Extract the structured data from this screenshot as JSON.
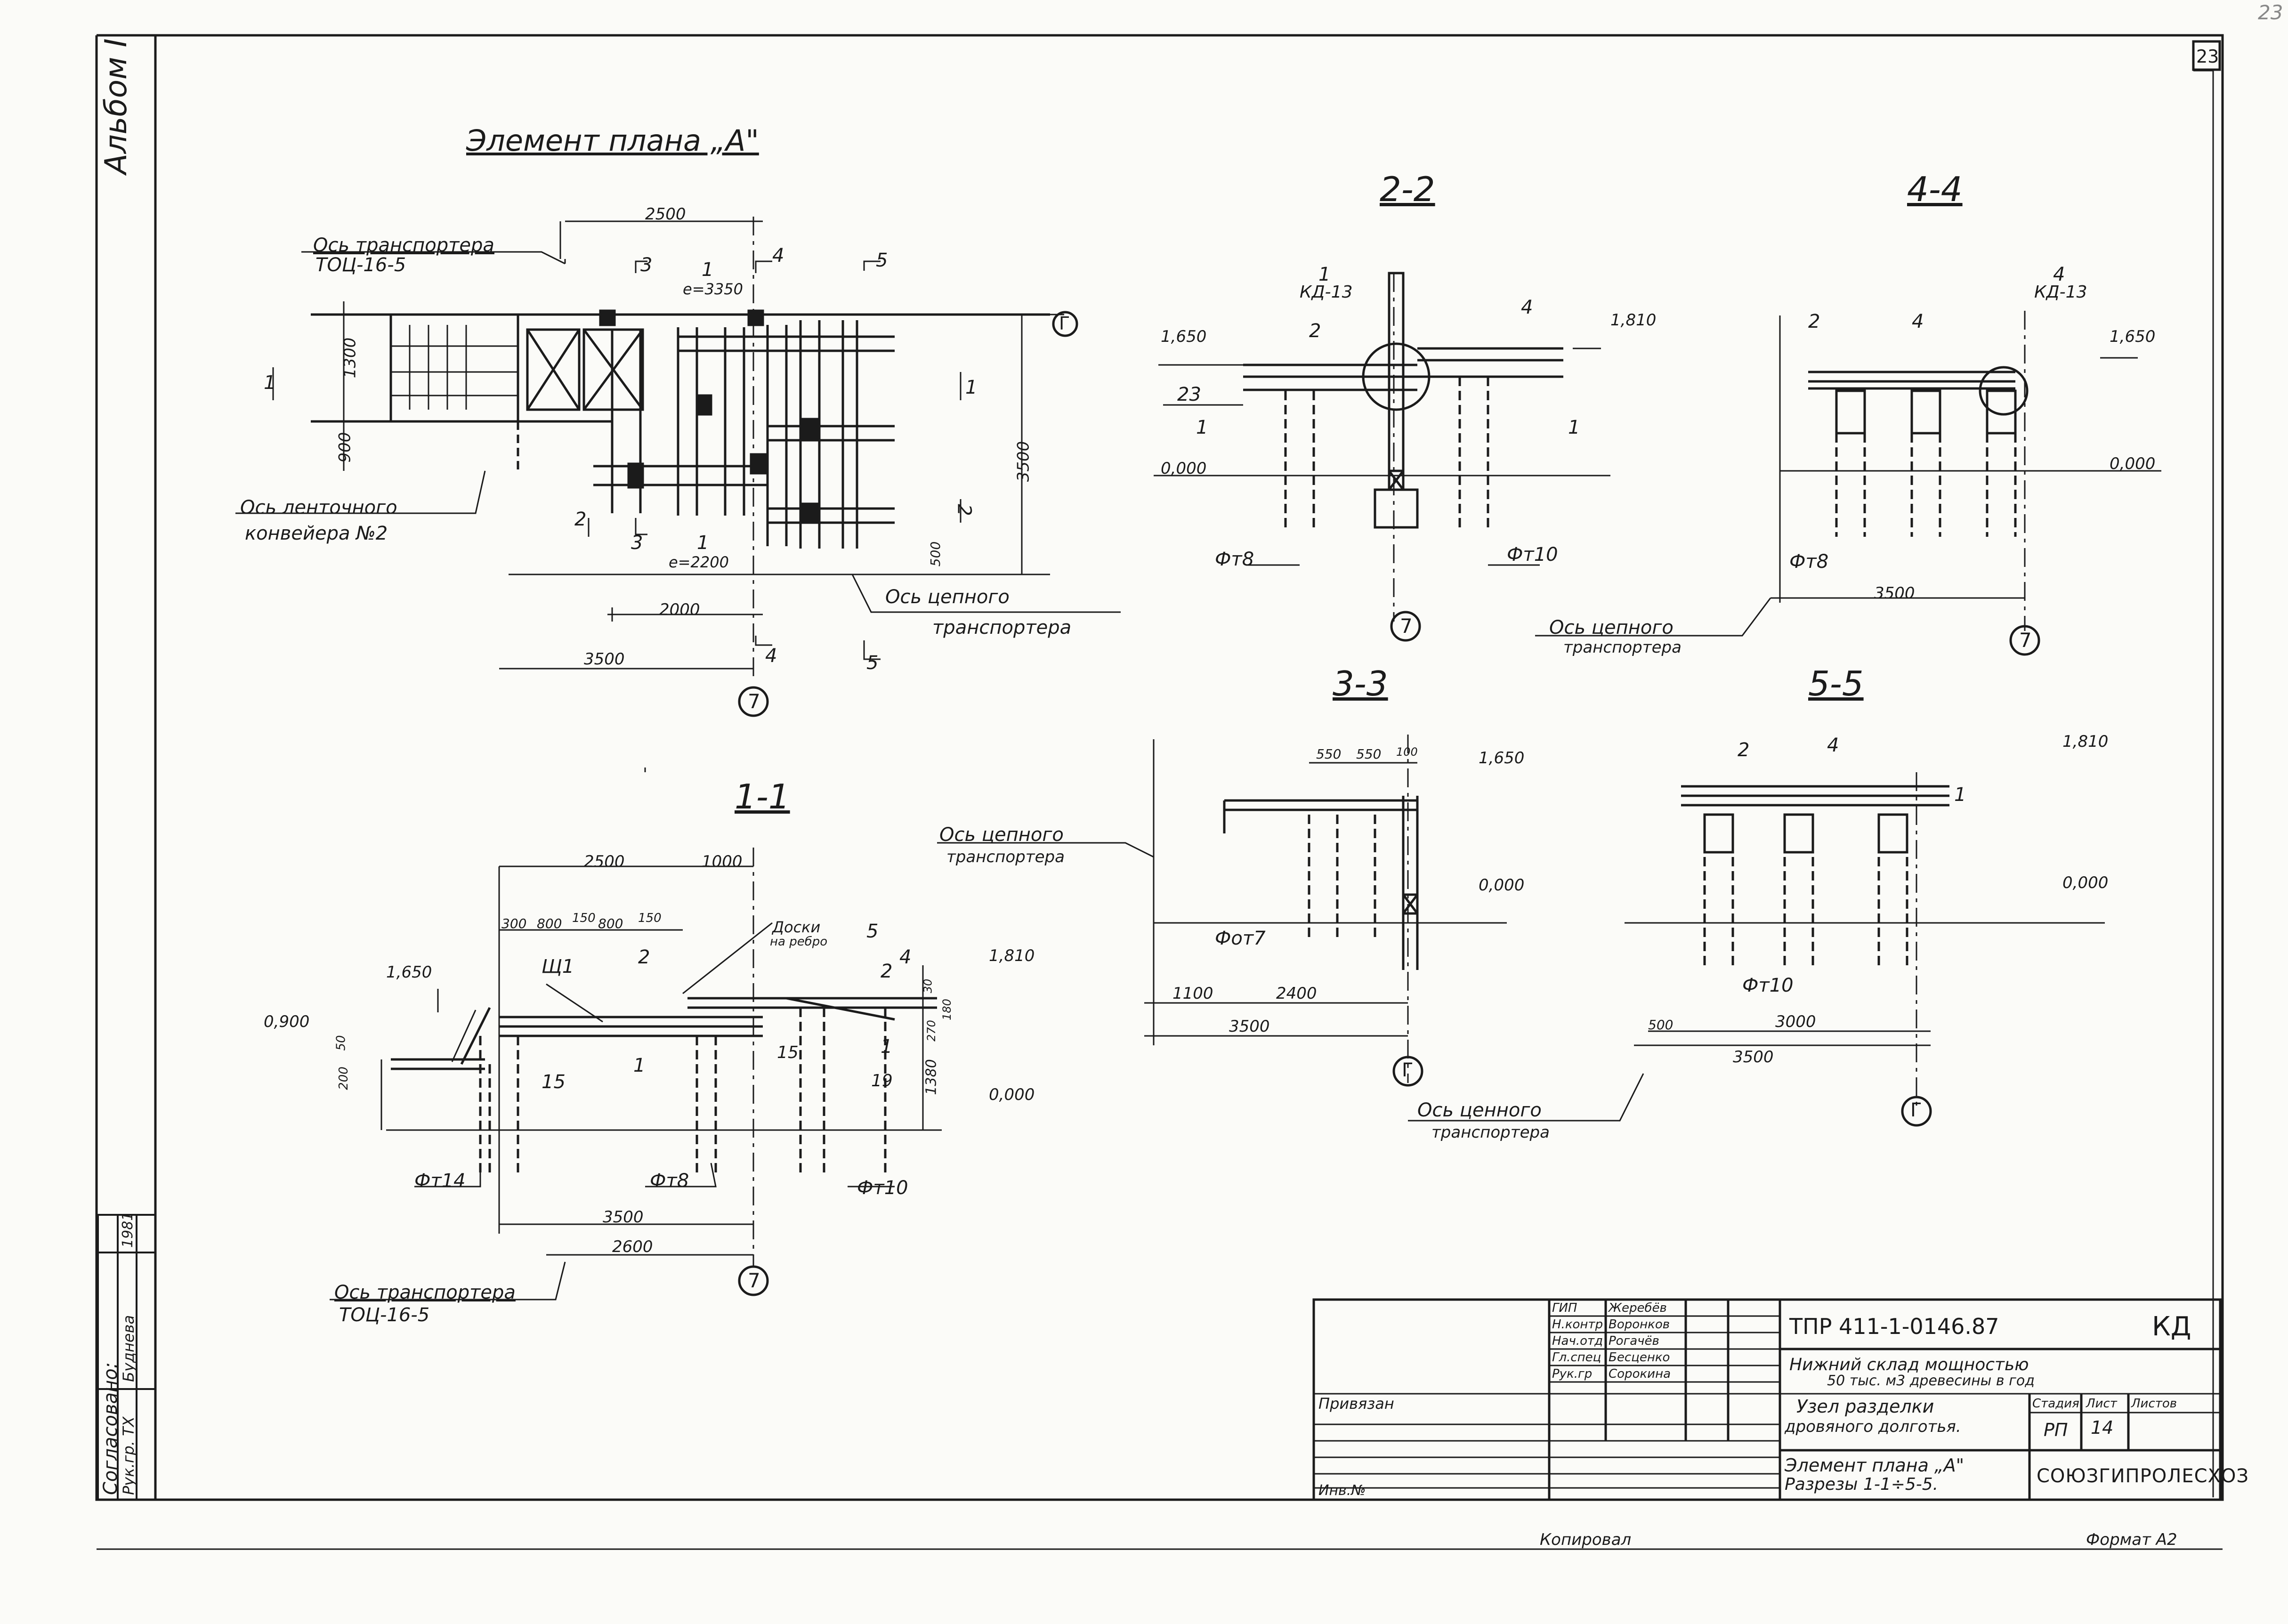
{
  "corner": {
    "page_mark": "23",
    "sheet_box": "23"
  },
  "album": "Альбом I",
  "plan": {
    "title": "Элемент плана „А\"",
    "axis_transporter": "Ось транспортера",
    "transporter_model": "ТОЦ-16-5",
    "axis_conveyor": "Ось ленточного",
    "conveyor_name": "конвейера №2",
    "axis_chain": "Ось цепного",
    "axis_chain_2": "транспортера",
    "dims": [
      "2500",
      "1300",
      "900",
      "3500",
      "2000",
      "3500",
      "500",
      "е=3350",
      "е=2200"
    ],
    "marks": [
      "1",
      "1",
      "2",
      "2",
      "3",
      "3",
      "4",
      "4",
      "5",
      "5",
      "1",
      "1"
    ],
    "axis_G": "Г",
    "axis_7": "7"
  },
  "sec11": {
    "title": "1-1",
    "dims": [
      "2500",
      "1000",
      "300",
      "800",
      "150",
      "800",
      "150",
      "3500",
      "2600",
      "50",
      "200",
      "30",
      "180",
      "270",
      "1380"
    ],
    "levels": [
      "1,650",
      "0,900",
      "1,810",
      "0,000"
    ],
    "labels": [
      "Щ1",
      "2",
      "2",
      "4",
      "5",
      "15",
      "1",
      "15",
      "19",
      "1"
    ],
    "boards": "Доски",
    "boards_2": "на ребро",
    "piles": [
      "Фт14",
      "Фт8",
      "Фт10"
    ],
    "axis_transporter": "Ось транспортера",
    "transporter_model": "ТОЦ-16-5",
    "axis_7": "7"
  },
  "sec22": {
    "title": "2-2",
    "labels": [
      "1",
      "КД-13",
      "2",
      "23",
      "1",
      "4",
      "1"
    ],
    "levels": [
      "1,650",
      "1,810",
      "0,000"
    ],
    "piles": [
      "Фт8",
      "Фт10"
    ],
    "axis_7": "7"
  },
  "sec33": {
    "title": "3-3",
    "dims": [
      "550",
      "550",
      "100",
      "1100",
      "2400",
      "3500"
    ],
    "levels": [
      "1,650",
      "0,000"
    ],
    "axis_chain": "Ось цепного",
    "axis_chain_2": "транспортера",
    "pile": "Фот7",
    "axis_G": "Г"
  },
  "sec44": {
    "title": "4-4",
    "labels": [
      "2",
      "4",
      "4",
      "КД-13"
    ],
    "levels": [
      "1,650",
      "0,000"
    ],
    "pile": "Фт8",
    "dim": "3500",
    "axis_chain": "Ось цепного",
    "axis_chain_2": "транспортера",
    "axis_7": "7"
  },
  "sec55": {
    "title": "5-5",
    "labels": [
      "2",
      "4",
      "1"
    ],
    "levels": [
      "1,810",
      "0,000"
    ],
    "pile": "Фт10",
    "dims": [
      "500",
      "3000",
      "3500"
    ],
    "axis_chain": "Ось ценного",
    "axis_chain_2": "транспортера",
    "axis_G": "Г"
  },
  "approvals": {
    "title": "Согласовано:",
    "role": "Рук.гр. ТХ",
    "name": "Буднева",
    "year": "1981"
  },
  "titleblock": {
    "staff": [
      {
        "role": "ГИП",
        "name": "Жеребёв"
      },
      {
        "role": "Н.контр",
        "name": "Воронков"
      },
      {
        "role": "Нач.отд",
        "name": "Рогачёв"
      },
      {
        "role": "Гл.спец",
        "name": "Бесценко"
      },
      {
        "role": "Рук.гр",
        "name": "Сорокина"
      }
    ],
    "code": "ТПР 411-1-0146.87",
    "mark": "КД",
    "project_1": "Нижний склад мощностью",
    "project_2": "50 тыс. м3 древесины в год",
    "node_1": "Узел разделки",
    "node_2": "дровяного долготья.",
    "sheet_1": "Элемент плана „А\"",
    "sheet_2": "Разрезы 1-1÷5-5.",
    "stage_hdr": "Стадия",
    "sheet_hdr": "Лист",
    "sheets_hdr": "Листов",
    "stage": "РП",
    "sheet": "14",
    "org": "СОЮЗГИПРОЛЕСХОЗ",
    "bound": "Привязан",
    "inv": "Инв.№"
  },
  "footer": {
    "copied": "Копировал",
    "format": "Формат А2"
  }
}
